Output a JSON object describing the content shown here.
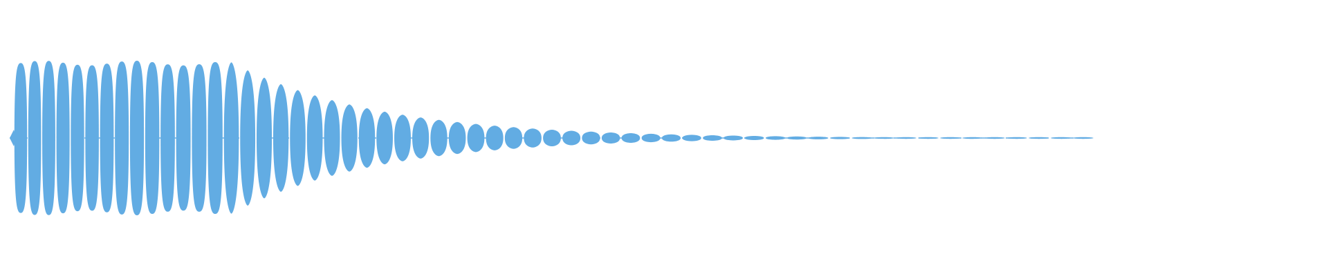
{
  "waveform": {
    "color": "#62ace3",
    "background": "#ffffff",
    "description_kind": "audio-waveform-decay",
    "beat_count": 58,
    "shape": "lobes with plateau then exponential decay to zero"
  }
}
